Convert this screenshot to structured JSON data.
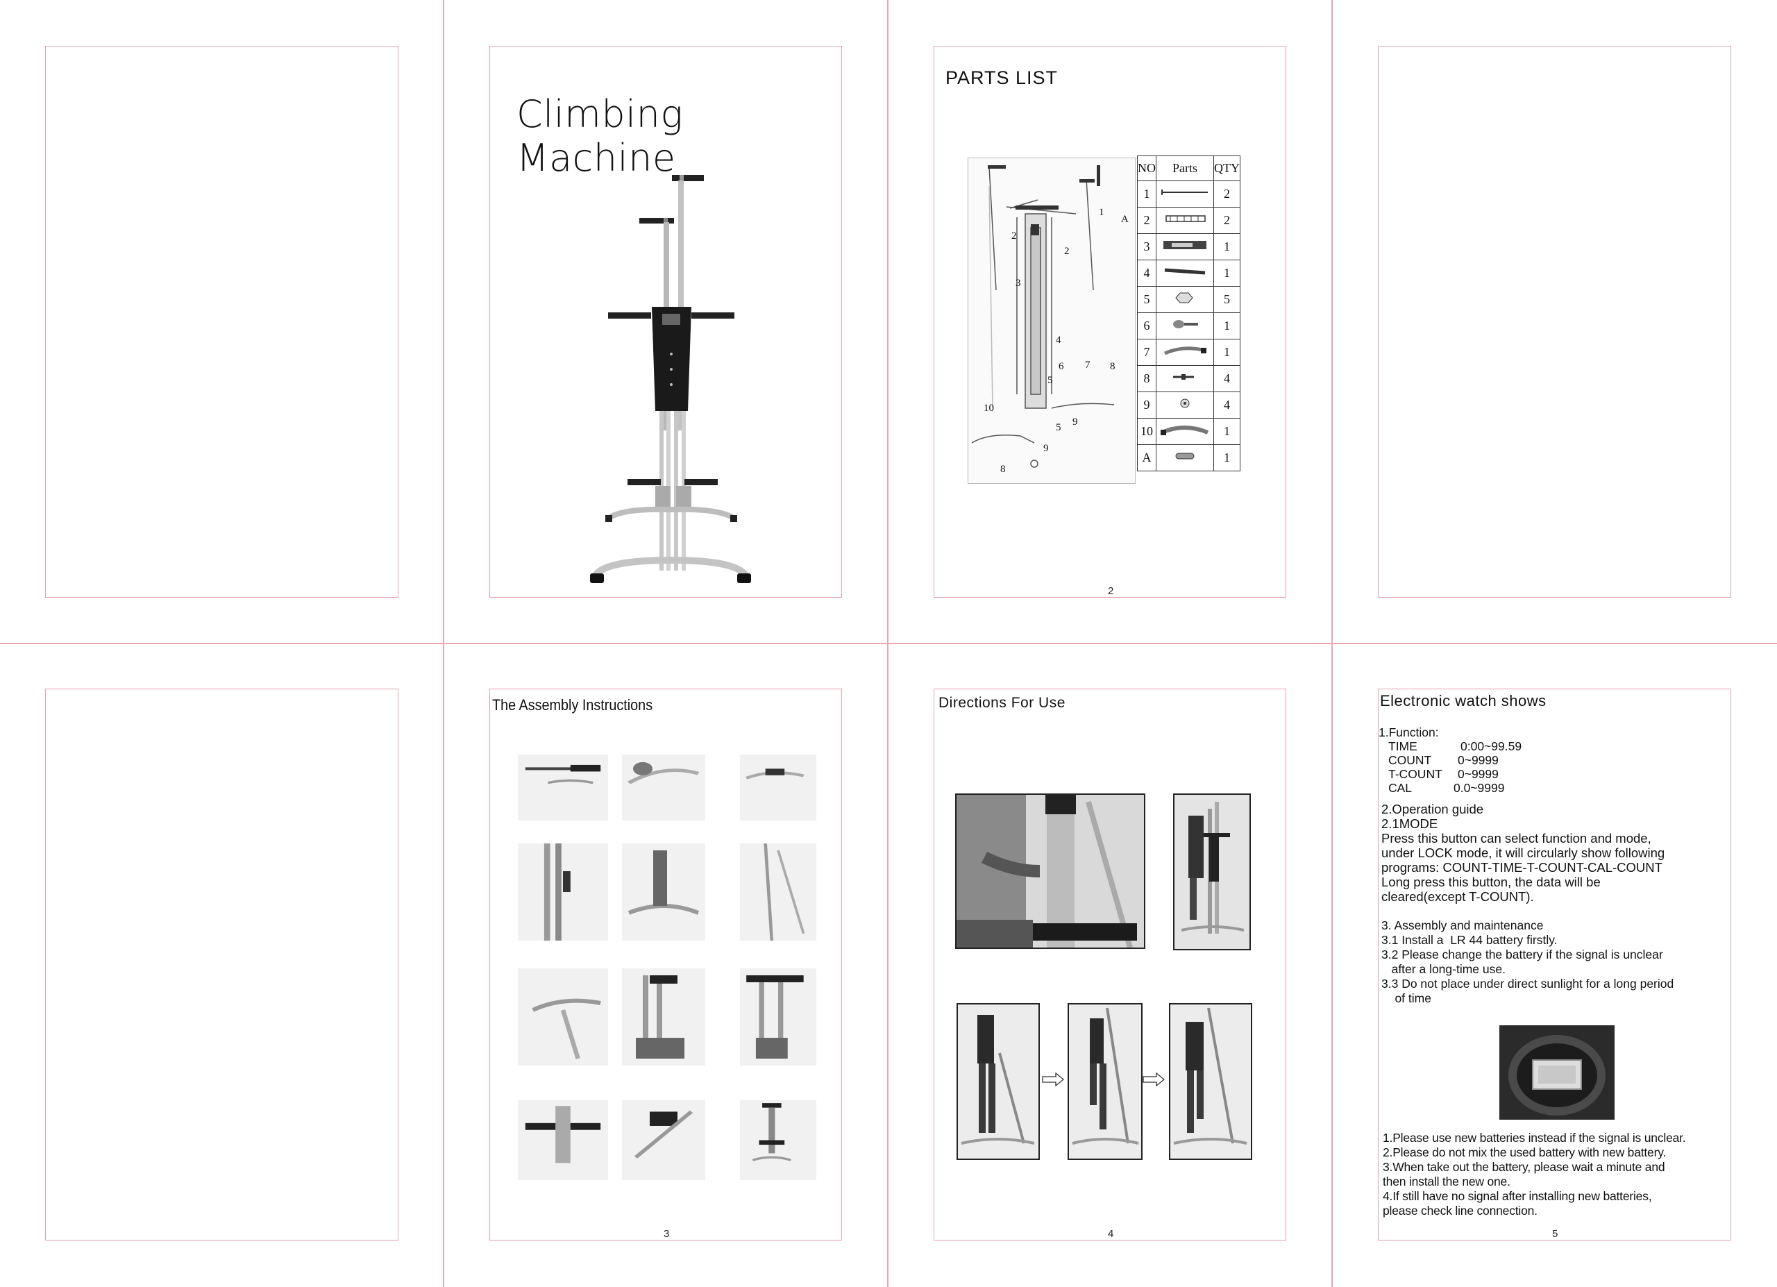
{
  "colors": {
    "cutline": "#e7a8b4",
    "ink": "#111111",
    "frame": "#e2a0ad"
  },
  "cover": {
    "title": "Climbing Machine"
  },
  "parts_list": {
    "heading": "PARTS LIST",
    "page": "2",
    "columns": [
      "NO",
      "Parts",
      "QTY"
    ],
    "rows": [
      {
        "no": "1",
        "qty": "2"
      },
      {
        "no": "2",
        "qty": "2"
      },
      {
        "no": "3",
        "qty": "1"
      },
      {
        "no": "4",
        "qty": "1"
      },
      {
        "no": "5",
        "qty": "5"
      },
      {
        "no": "6",
        "qty": "1"
      },
      {
        "no": "7",
        "qty": "1"
      },
      {
        "no": "8",
        "qty": "4"
      },
      {
        "no": "9",
        "qty": "4"
      },
      {
        "no": "10",
        "qty": "1"
      },
      {
        "no": "A",
        "qty": "1"
      }
    ],
    "diagram_callouts": [
      "1",
      "A",
      "2",
      "2",
      "3",
      "4",
      "6",
      "7",
      "8",
      "5",
      "10",
      "5",
      "9",
      "9",
      "8"
    ]
  },
  "assembly": {
    "heading": "The Assembly Instructions",
    "page": "3"
  },
  "directions": {
    "heading": "Directions For Use",
    "page": "4"
  },
  "electronic": {
    "heading": "Electronic watch shows",
    "page": "5",
    "function_title": "1.Function:",
    "functions": [
      {
        "name": "TIME",
        "range": "0:00~99.59"
      },
      {
        "name": "COUNT",
        "range": "0~9999"
      },
      {
        "name": "T-COUNT",
        "range": "0~9999"
      },
      {
        "name": "CAL",
        "range": "0.0~9999"
      }
    ],
    "operation_lines": [
      "2.Operation guide",
      "2.1MODE",
      "Press this button can select function and mode,",
      "under LOCK mode, it will circularly show following",
      "programs: COUNT-TIME-T-COUNT-CAL-COUNT",
      "Long press this button, the data will be",
      "cleared(except T-COUNT)."
    ],
    "maintenance_lines": [
      "3. Assembly and maintenance",
      "3.1 Install a  LR 44 battery firstly.",
      "3.2 Please change the battery if the signal is unclear",
      "   after a long-time use.",
      "3.3 Do not place under direct sunlight for a long period",
      "    of time"
    ],
    "battery_lines": [
      "1.Please use new batteries instead if the signal is unclear.",
      "2.Please do not mix the used battery with new battery.",
      "3.When take out the battery, please wait a minute and",
      "then install the new one.",
      "4.If still have no signal after installing new batteries,",
      "please check line connection."
    ]
  }
}
